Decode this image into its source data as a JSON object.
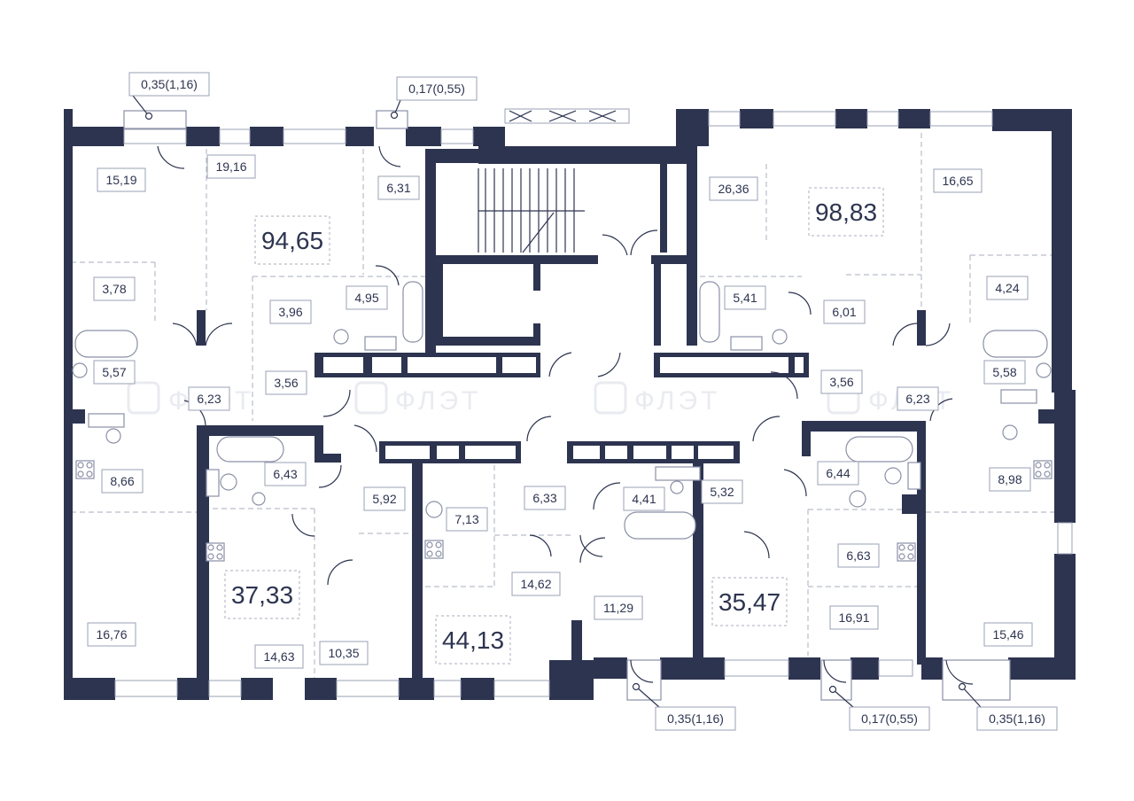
{
  "watermark": "ФЛЭТ",
  "apartments": [
    {
      "id": "apt-left-top",
      "total": "94,65"
    },
    {
      "id": "apt-right-top",
      "total": "98,83"
    },
    {
      "id": "apt-left-mid",
      "total": "37,33"
    },
    {
      "id": "apt-center-bottom",
      "total": "44,13"
    },
    {
      "id": "apt-right-mid",
      "total": "35,47"
    }
  ],
  "rooms": [
    "15,19",
    "19,16",
    "6,31",
    "3,78",
    "3,96",
    "4,95",
    "5,57",
    "6,23",
    "3,56",
    "8,66",
    "6,43",
    "5,92",
    "16,76",
    "14,63",
    "10,35",
    "7,13",
    "6,33",
    "4,41",
    "14,62",
    "11,29",
    "26,36",
    "16,65",
    "5,41",
    "6,01",
    "4,24",
    "3,56",
    "6,23",
    "5,58",
    "8,98",
    "5,32",
    "6,44",
    "6,63",
    "16,91",
    "15,46"
  ],
  "balconies": [
    "0,35(1,16)",
    "0,17(0,55)",
    "0,35(1,16)",
    "0,17(0,55)",
    "0,35(1,16)"
  ],
  "colors": {
    "wall": "#2d3450",
    "label": "#2d3450",
    "dash": "#b9bdca"
  }
}
